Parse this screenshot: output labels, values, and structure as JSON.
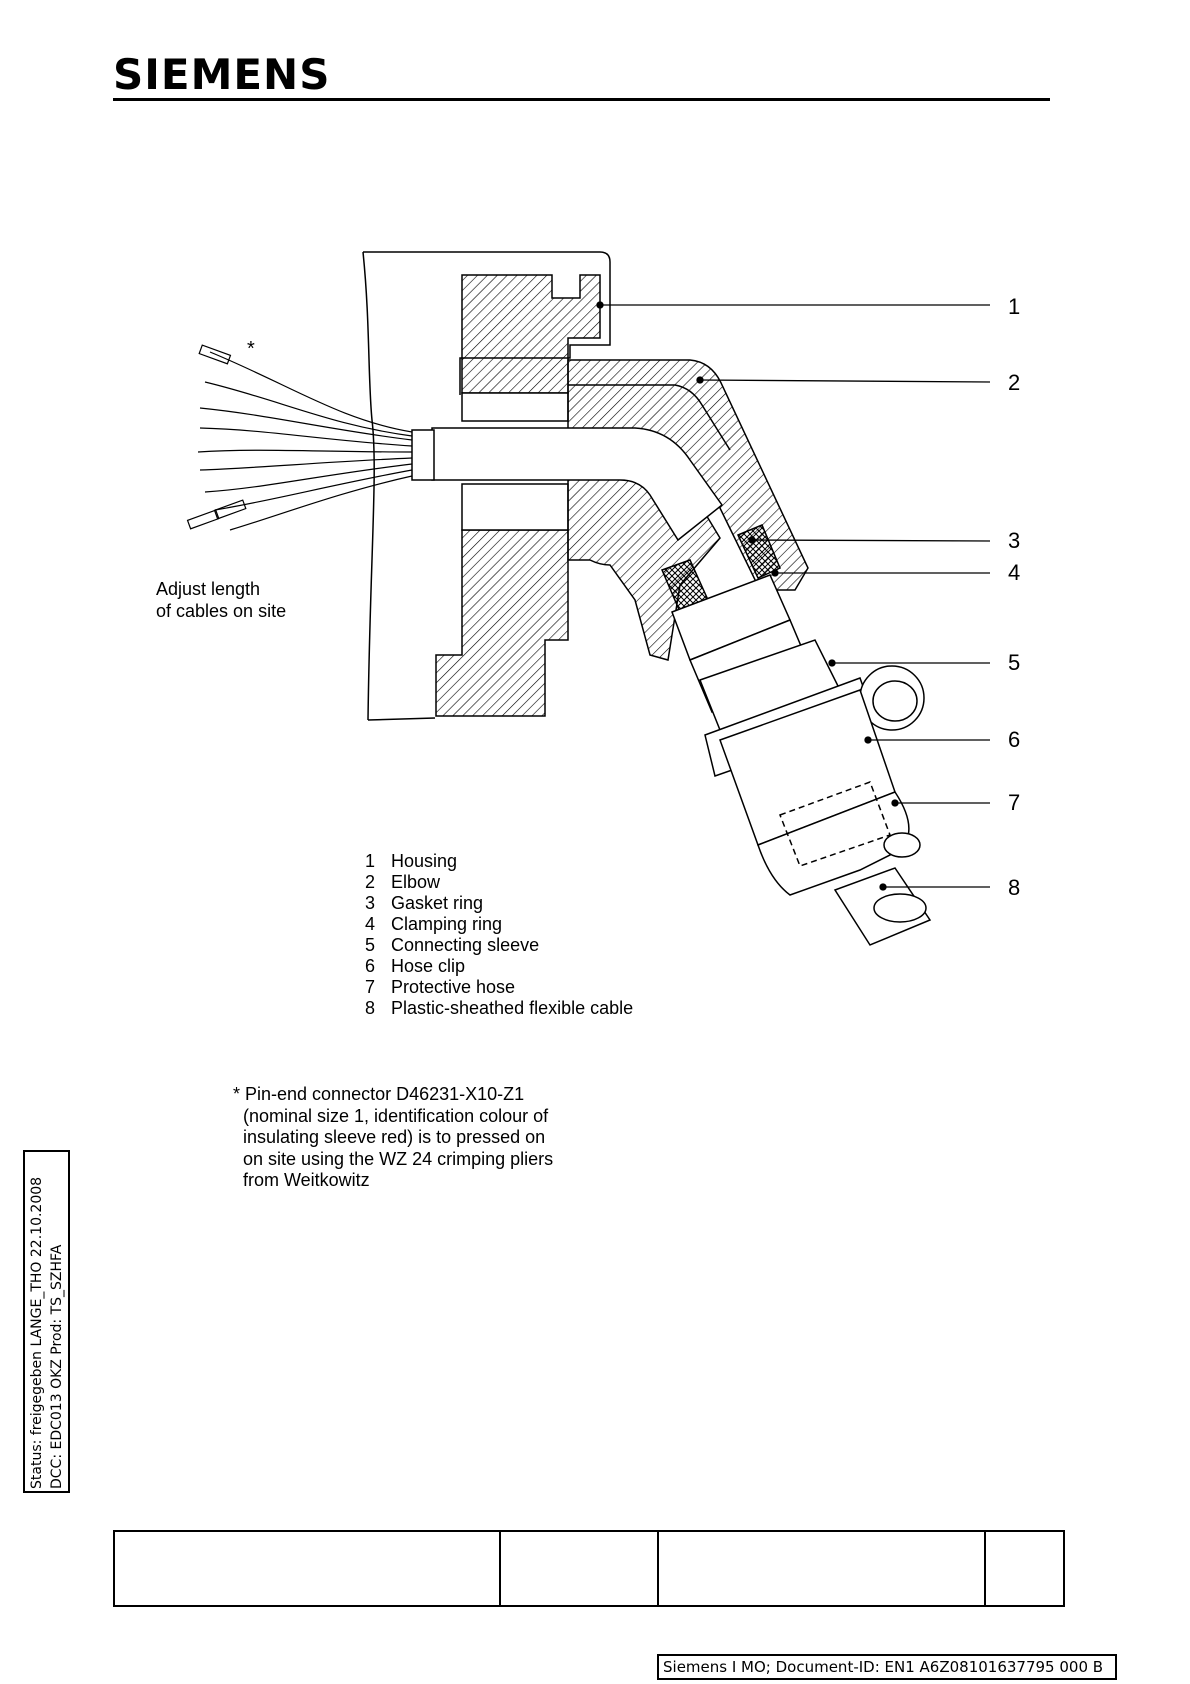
{
  "brand": {
    "logo_text": "SIEMENS"
  },
  "drawing": {
    "callouts": [
      "1",
      "2",
      "3",
      "4",
      "5",
      "6",
      "7",
      "8"
    ],
    "asterisk": "*",
    "adjust_note": [
      "Adjust length",
      "of cables on site"
    ]
  },
  "legend": [
    {
      "num": "1",
      "label": "Housing"
    },
    {
      "num": "2",
      "label": "Elbow"
    },
    {
      "num": "3",
      "label": "Gasket ring"
    },
    {
      "num": "4",
      "label": "Clamping ring"
    },
    {
      "num": "5",
      "label": "Connecting sleeve"
    },
    {
      "num": "6",
      "label": "Hose clip"
    },
    {
      "num": "7",
      "label": "Protective hose"
    },
    {
      "num": "8",
      "label": "Plastic-sheathed flexible cable"
    }
  ],
  "footnote": [
    "* Pin-end connector D46231-X10-Z1",
    "(nominal size 1, identification colour of",
    "insulating sleeve red) is to pressed on",
    "on site using the WZ 24 crimping pliers",
    "from Weitkowitz"
  ],
  "side_stamp": {
    "line1": "Status: freigegeben LANGE_THO 22.10.2008",
    "line2": "DCC: EDC013 OKZ Prod: TS_SZHFA"
  },
  "document_id": "Siemens I MO; Document-ID: EN1 A6Z08101637795 000 B"
}
